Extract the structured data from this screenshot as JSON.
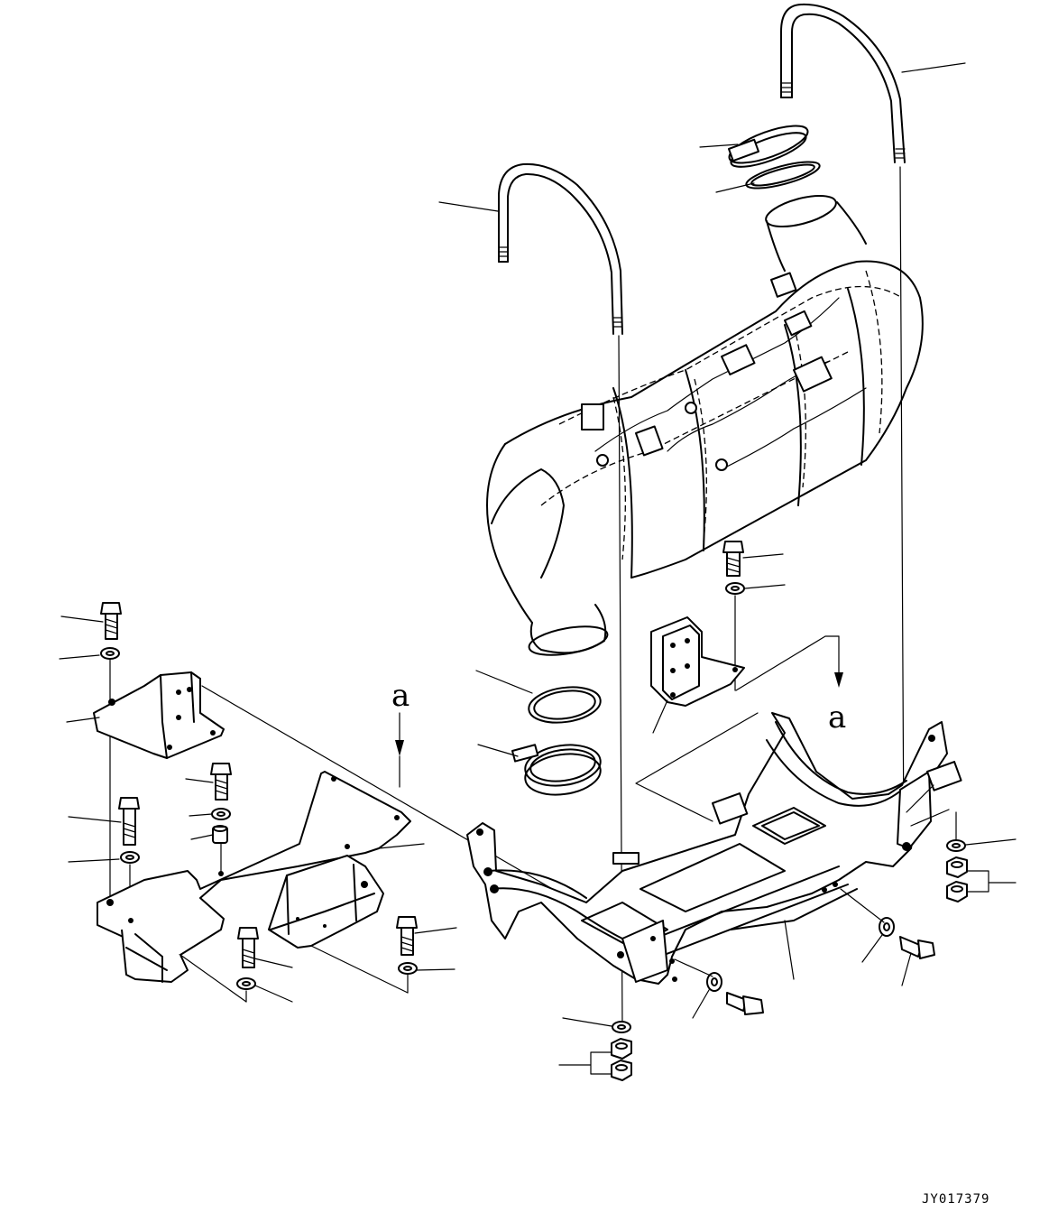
{
  "view_labels": [
    "a",
    "a"
  ],
  "drawing_code": "JY017379"
}
